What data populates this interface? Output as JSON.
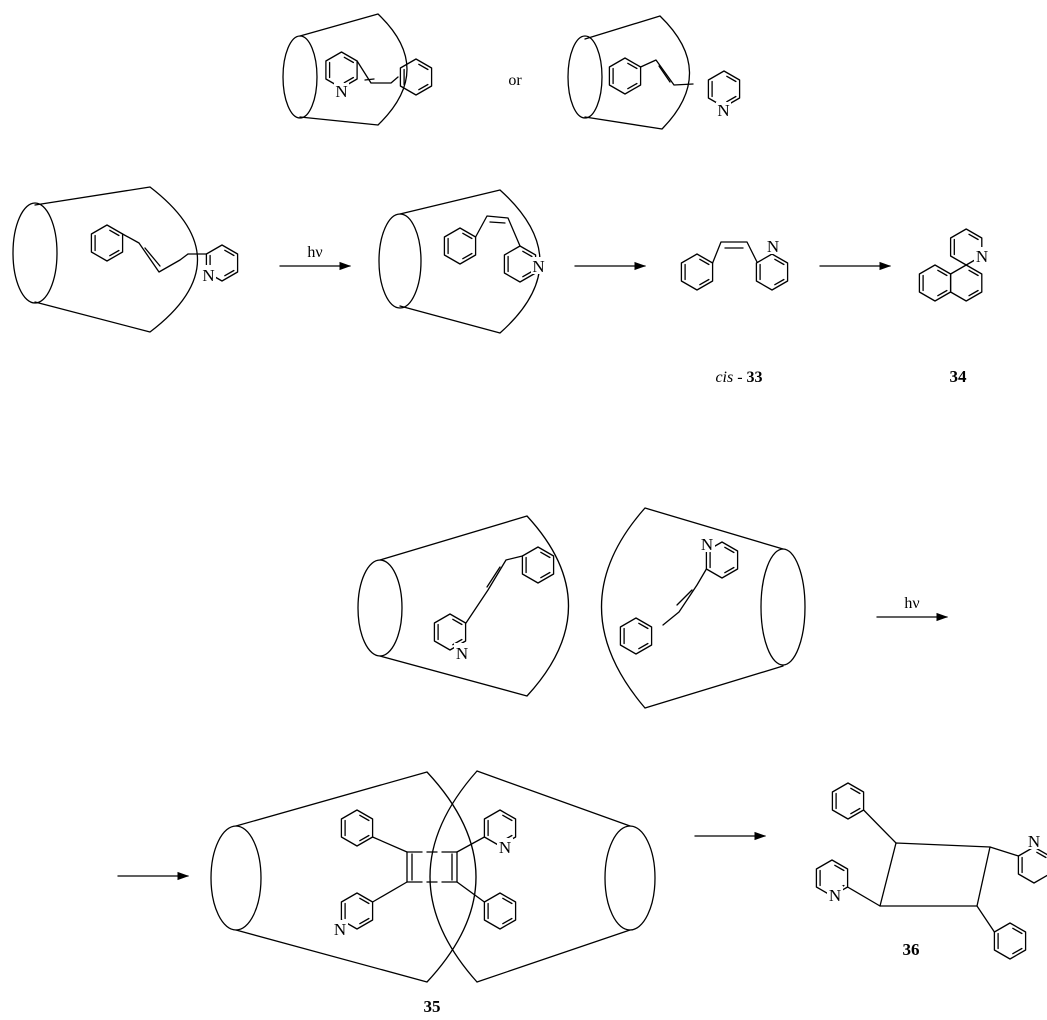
{
  "scheme": {
    "connector_or": "or",
    "arrow_label_1": "hν",
    "arrow_label_2": "hν",
    "atom_n": "N",
    "label_cis": "cis",
    "label_cis_sep": " - ",
    "label_33": "33",
    "label_34": "34",
    "label_35": "35",
    "label_36": "36"
  }
}
